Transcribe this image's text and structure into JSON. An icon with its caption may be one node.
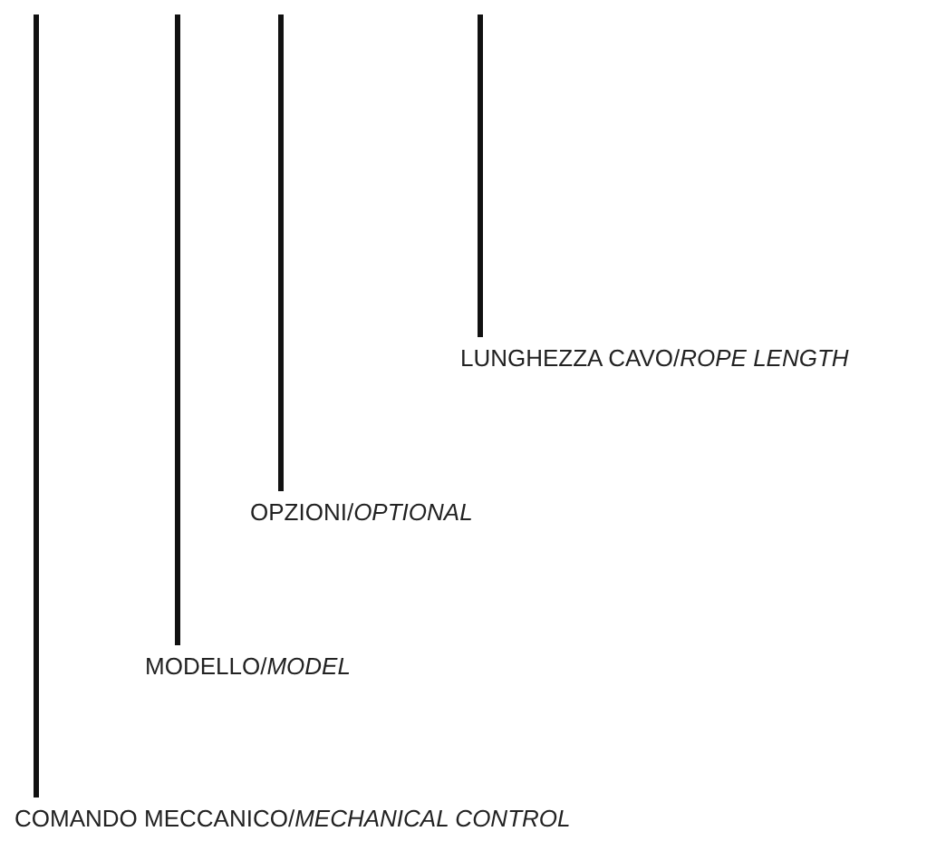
{
  "diagram": {
    "nodes": [
      {
        "text": [
          "LUNGHEZZA CAVO/*ROPE LENGTH*"
        ]
      },
      {
        "text": [
          "OPZIONI/*OPTIONAL*"
        ]
      },
      {
        "text": [
          "MODELLO/*MODEL*"
        ]
      },
      {
        "text": [
          "COMANDO MECCANICO/*MECHANICAL CONTROL*"
        ]
      }
    ],
    "edges": [
      {
        "from": 0,
        "to": null,
        "arrow": "none"
      },
      {
        "from": 1,
        "to": null,
        "arrow": "none"
      },
      {
        "from": 2,
        "to": null,
        "arrow": "none"
      },
      {
        "from": 3,
        "to": null,
        "arrow": "none"
      }
    ]
  }
}
